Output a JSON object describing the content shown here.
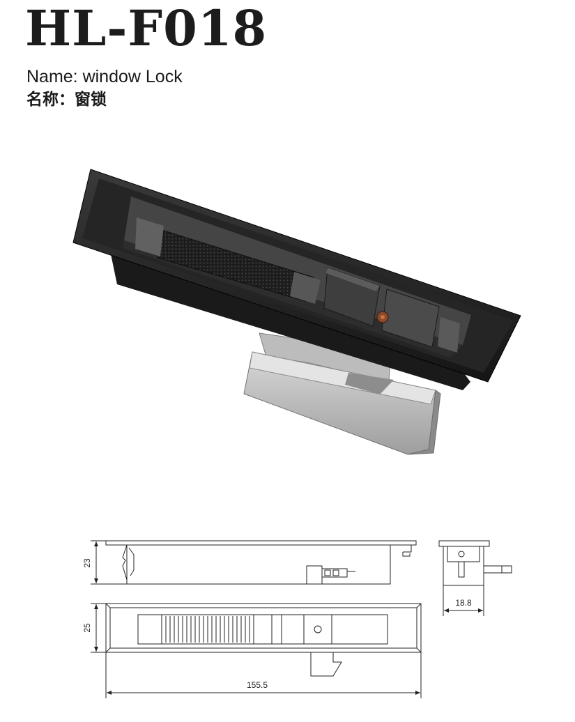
{
  "header": {
    "model": "HL-F018",
    "name_en": "Name: window Lock",
    "name_cn": "名称：窗锁"
  },
  "dimensions": {
    "side_height": "23",
    "top_height": "25",
    "length": "155.5",
    "end_width": "18.8"
  }
}
